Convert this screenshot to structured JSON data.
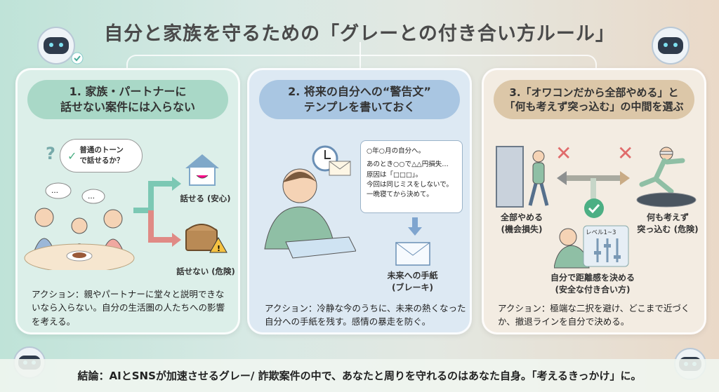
{
  "title": "自分と家族を守るための「グレーとの付き合い方ルール」",
  "panels": [
    {
      "heading_line1": "1. 家族・パートナーに",
      "heading_line2": "話せない案件には入らない",
      "bubble_line1": "普通のトーン",
      "bubble_line2": "で話せるか？",
      "ok_label": "話せる (安心)",
      "ng_label": "話せない (危険)",
      "action": "アクション：親やパートナーに堂々と説明できないなら入らない。自分の生活圏の人たちへの影響を考える。"
    },
    {
      "heading_line1": "2. 将来の自分への“警告文”",
      "heading_line2": "テンプレを書いておく",
      "note_lines": [
        "○年○月の自分へ。",
        "あのとき○○で△△円損失…",
        "原因は「□□□」。",
        "今回は同じミスをしないで。",
        "一晩寝てから決めて。"
      ],
      "letter_line1": "未来への手紙",
      "letter_line2": "(ブレーキ)",
      "action": "アクション：冷静な今のうちに、未来の熱くなった自分への手紙を残す。感情の暴走を防ぐ。"
    },
    {
      "heading_line1": "3.「オワコンだから全部やめる」と",
      "heading_line2": "「何も考えず突っ込む」の中間を選ぶ",
      "quit_line1": "全部やめる",
      "quit_line2": "(機会損失)",
      "rush_line1": "何も考えず",
      "rush_line2": "突っ込む (危険)",
      "panel_label": "レベル1~3",
      "middle_line1": "自分で距離感を決める",
      "middle_line2": "(安全な付き合い方)",
      "action": "アクション：極端な二択を避け、どこまで近づくか、撤退ラインを自分で決める。"
    }
  ],
  "conclusion": "結論：AIとSNSが加速させるグレー/ 詐欺案件の中で、あなたと周りを守れるのはあなた自身。「考えるきっかけ」に。",
  "colors": {
    "teal": "#7cc8b4",
    "blue": "#7fa5cf",
    "tan": "#c9ab85",
    "red": "#e06b6b",
    "check": "#4caf84"
  }
}
